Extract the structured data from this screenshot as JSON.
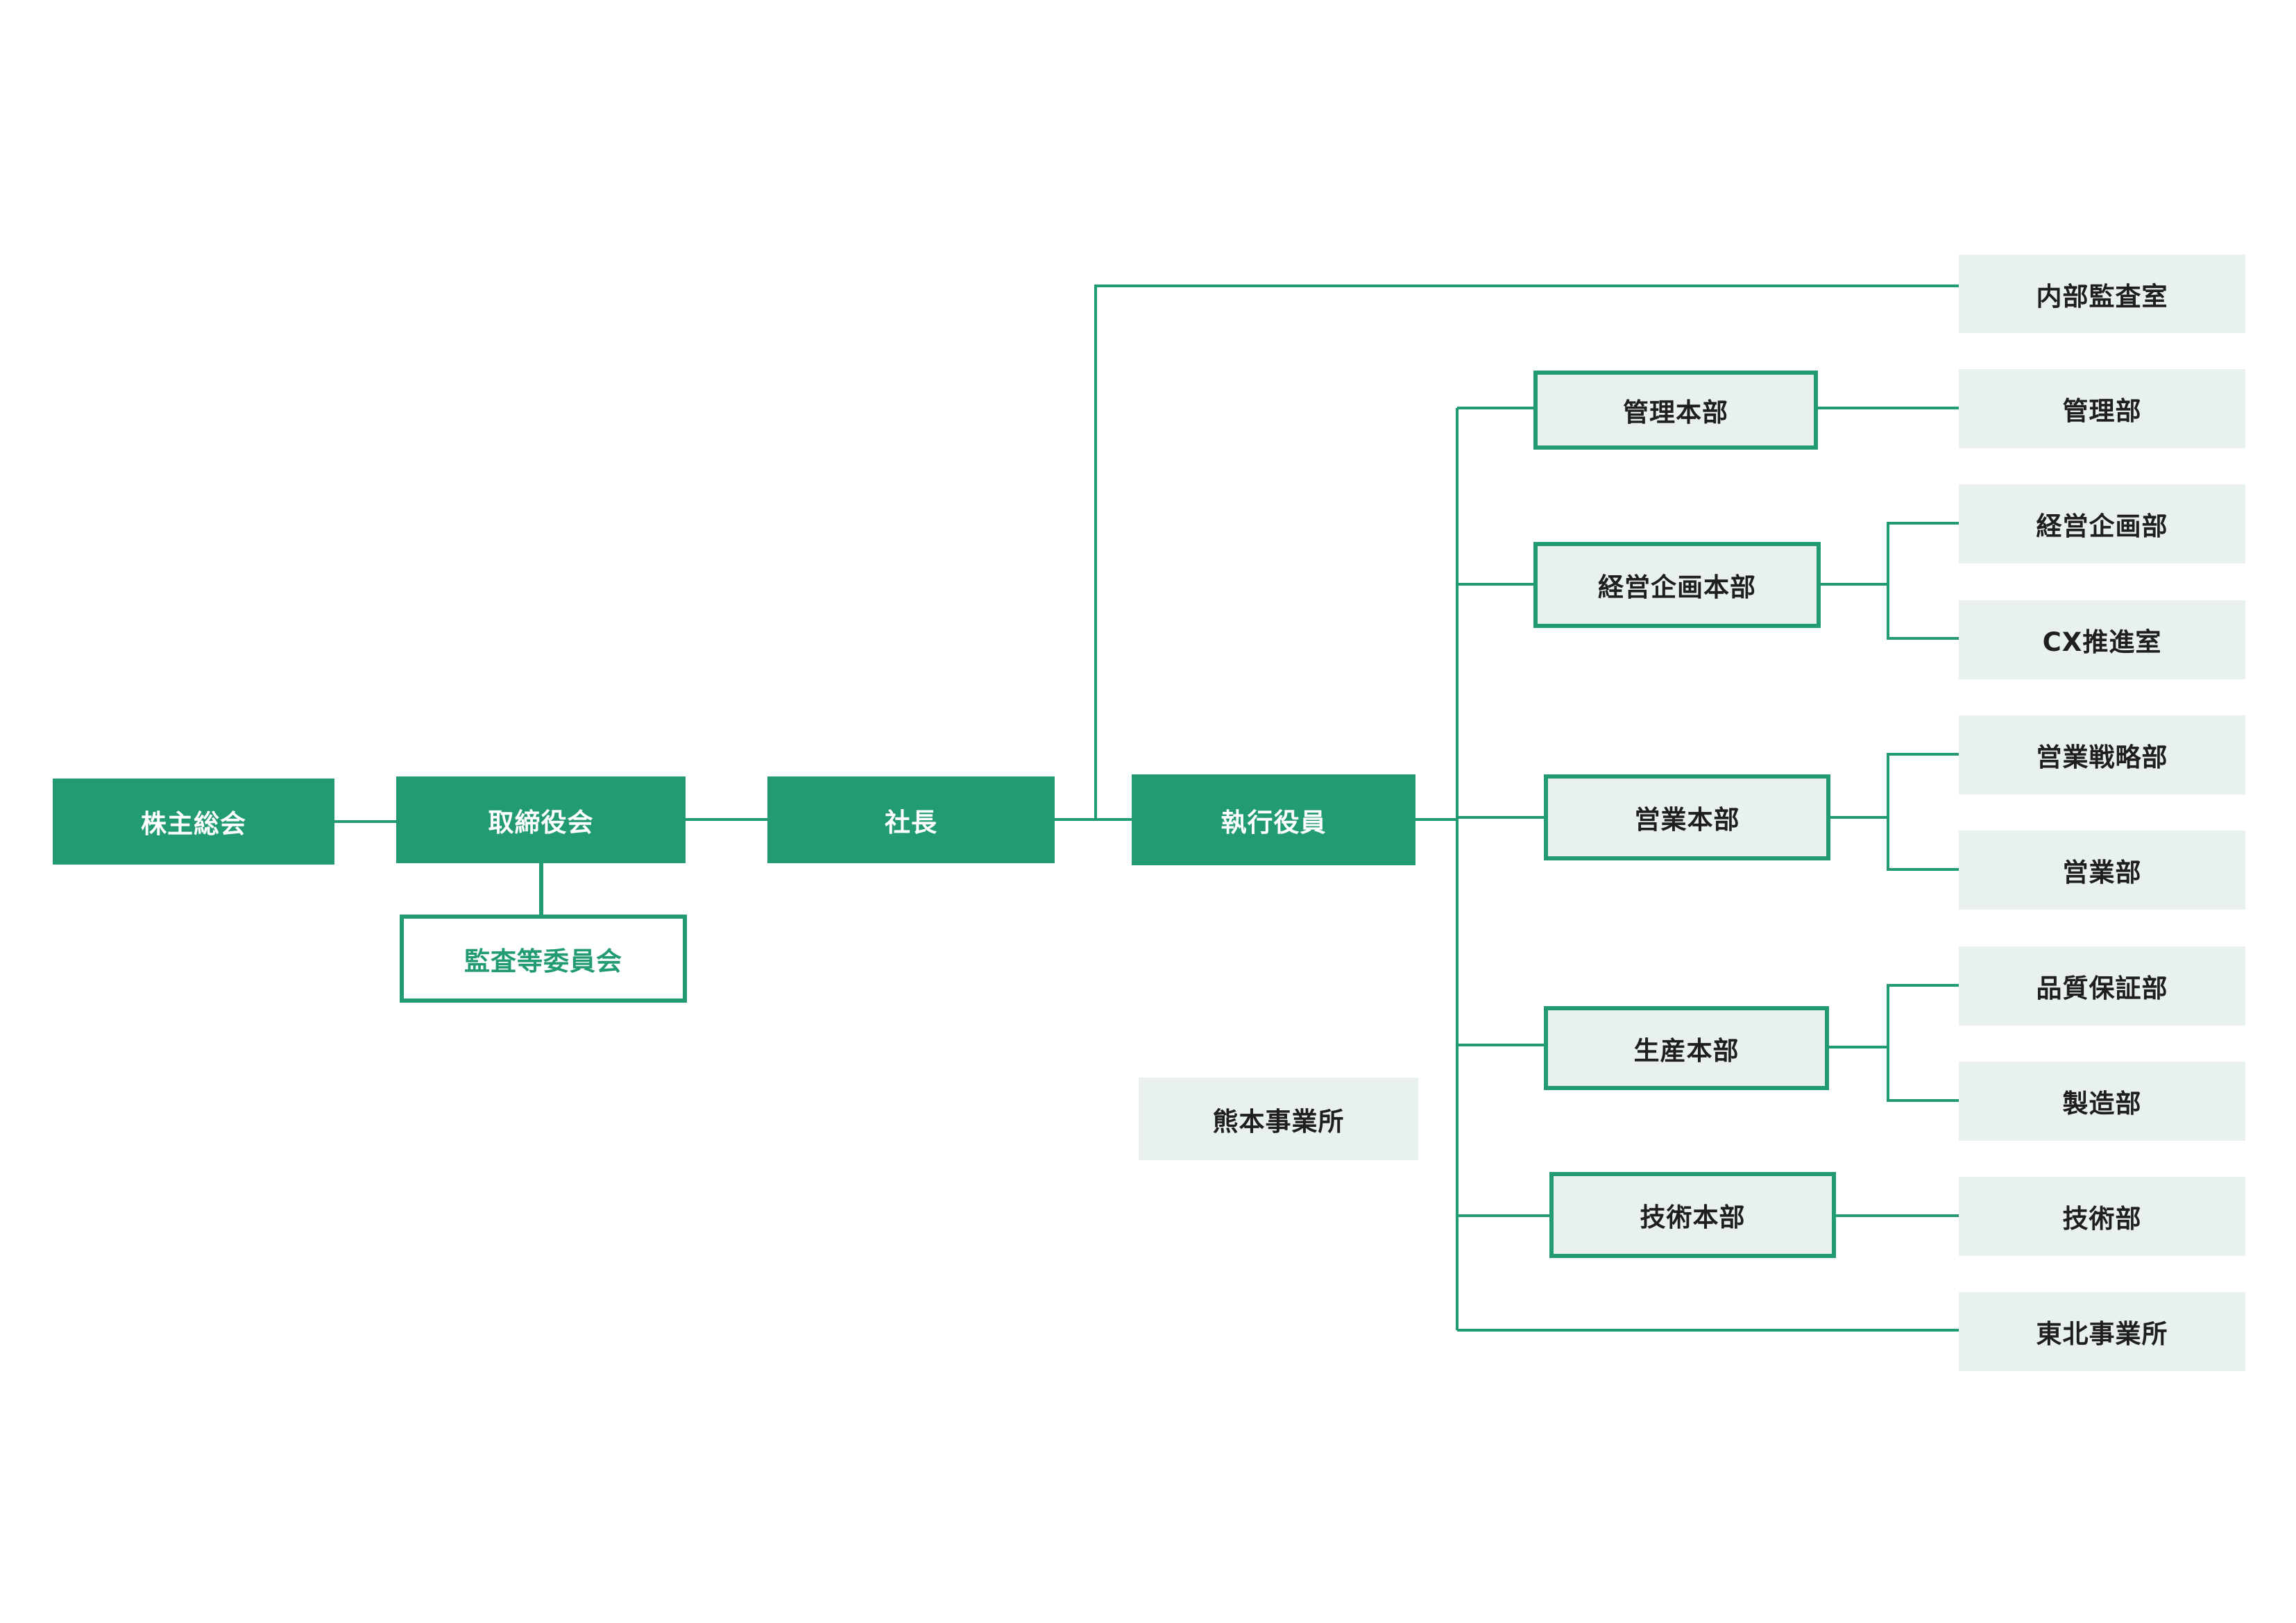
{
  "org_chart": {
    "top": {
      "shareholders": "株主総会",
      "board": "取締役会",
      "audit_committee": "監査等委員会",
      "president": "社長",
      "executive_officers": "執行役員",
      "kumamoto_office": "熊本事業所"
    },
    "internal_audit": "内部監査室",
    "headquarters": [
      {
        "label": "管理本部",
        "departments": [
          "管理部"
        ]
      },
      {
        "label": "経営企画本部",
        "departments": [
          "経営企画部",
          "CX推進室"
        ]
      },
      {
        "label": "営業本部",
        "departments": [
          "営業戦略部",
          "営業部"
        ]
      },
      {
        "label": "生産本部",
        "departments": [
          "品質保証部",
          "製造部"
        ]
      },
      {
        "label": "技術本部",
        "departments": [
          "技術部"
        ]
      }
    ],
    "tohoku_office": "東北事業所"
  },
  "colors": {
    "primary": "#229b72",
    "light_fill": "#e9f1ee",
    "text_dark": "#1f1f1f"
  }
}
